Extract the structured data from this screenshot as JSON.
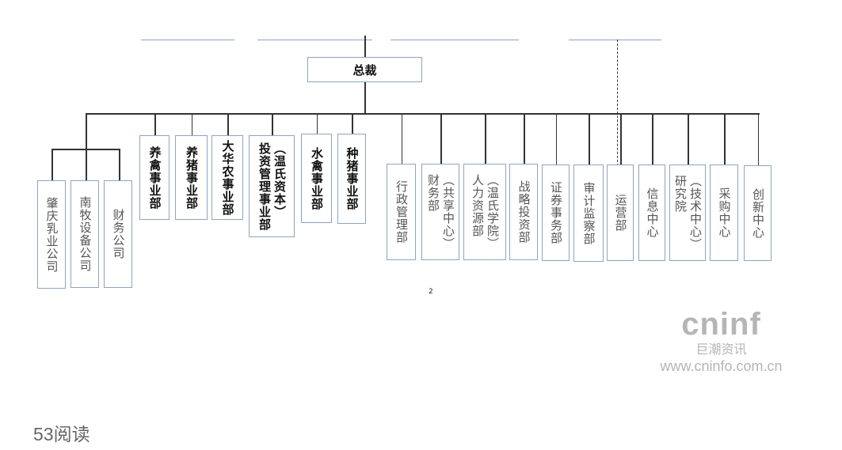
{
  "chart_title_node": "总裁",
  "subsidiaries": [
    {
      "label": "肇庆乳业公司"
    },
    {
      "label": "南牧设备公司"
    },
    {
      "label": "财务公司"
    }
  ],
  "business_units": [
    {
      "label": "养禽事业部"
    },
    {
      "label": "养猪事业部"
    },
    {
      "label": "大华农事业部"
    },
    {
      "label": "（温氏资本）\n投资管理事业部"
    },
    {
      "label": "水禽事业部"
    },
    {
      "label": "种猪事业部"
    }
  ],
  "functional_departments": [
    {
      "label": "行政管理部"
    },
    {
      "label": "（共享中心）\n财务部"
    },
    {
      "label": "（温氏学院）\n人力资源部"
    },
    {
      "label": "战略投资部"
    },
    {
      "label": "证券事务部"
    },
    {
      "label": "审计监察部"
    },
    {
      "label": "运营部"
    },
    {
      "label": "信息中心"
    },
    {
      "label": "（技术中心）\n研究院"
    },
    {
      "label": "采购中心"
    },
    {
      "label": "创新中心"
    }
  ],
  "page_number": "2",
  "watermark": {
    "logo": "cninf",
    "name": "巨潮资讯",
    "url": "www.cninfo.com.cn"
  },
  "footer": {
    "read_count": "53阅读"
  }
}
